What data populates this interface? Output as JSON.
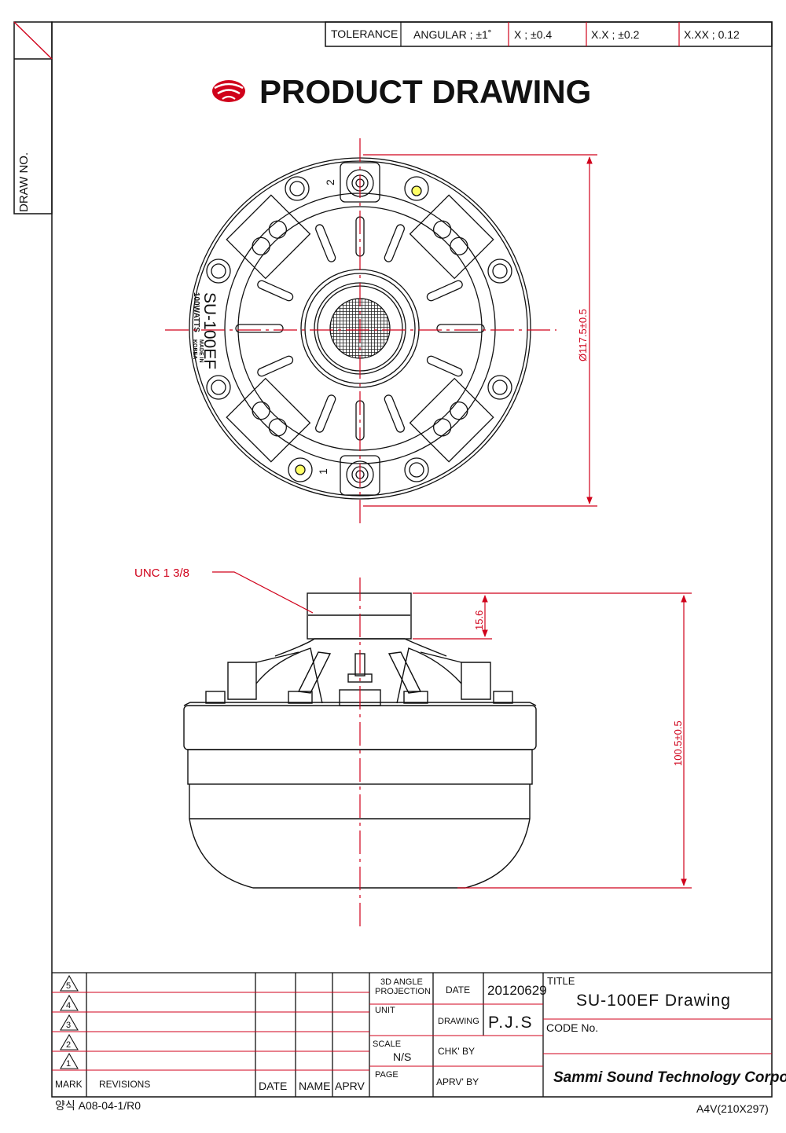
{
  "header": {
    "draw_no_label": "DRAW NO.",
    "tolerance": {
      "label": "TOLERANCE",
      "angular": "ANGULAR ; ±1˚",
      "x": "X ; ±0.4",
      "xx": "X.X ; ±0.2",
      "xxx": "X.XX ; 0.12"
    },
    "title": "PRODUCT DRAWING"
  },
  "top_view": {
    "model_marking": "SU-100EF",
    "watts_marking": "100WATTS",
    "origin_line1": "MADE IN",
    "origin_line2": "KOREA",
    "terminal_1": "1",
    "terminal_2": "2",
    "diameter_dim": "Ø117.5±0.5"
  },
  "side_view": {
    "thread_callout": "UNC 1 3/8",
    "thread_length_dim": "15.6",
    "height_dim": "100.5±0.5"
  },
  "title_block": {
    "revision_marks": [
      "5",
      "4",
      "3",
      "2",
      "1"
    ],
    "col_mark": "MARK",
    "col_revisions": "REVISIONS",
    "col_date": "DATE",
    "col_name": "NAME",
    "col_aprv": "APRV",
    "projection_line1": "3D ANGLE",
    "projection_line2": "PROJECTION",
    "unit_label": "UNIT",
    "scale_label": "SCALE",
    "scale_value": "N/S",
    "page_label": "PAGE",
    "date_label": "DATE",
    "date_value": "20120629",
    "drawing_label": "DRAWING",
    "drawing_value": "P.J.S",
    "chk_label": "CHK' BY",
    "aprv_label": "APRV' BY",
    "title_label": "TITLE",
    "title_value": "SU-100EF Drawing",
    "code_label": "CODE No.",
    "company": "Sammi Sound Technology Corporation"
  },
  "footer": {
    "form_no": "양식 A08-04-1/R0",
    "paper_size": "A4V(210X297)"
  },
  "colors": {
    "frame_red": "#d0021b",
    "line": "#111111"
  }
}
